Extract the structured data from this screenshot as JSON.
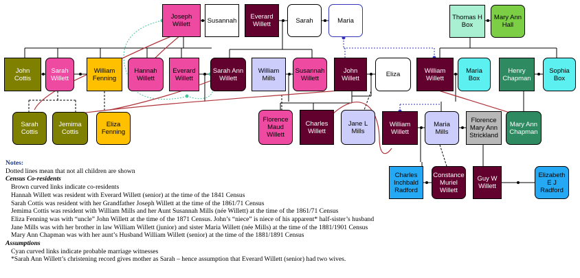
{
  "colors": {
    "magenta": "#ef4aa2",
    "maroon": "#62002e",
    "white": "#ffffff",
    "lavender": "#cdcdfb",
    "olive": "#7f7f00",
    "yellow": "#ffc000",
    "cyan": "#5cf0f0",
    "teal_green": "#2e8a61",
    "blue": "#25a9f5",
    "mint": "#a9f0d3",
    "lime": "#7ccf45",
    "gray": "#b8b8b8",
    "cyan_link": "#45c4a0",
    "brown_link": "#b0333a",
    "blue_dot": "#3333bb"
  },
  "people": {
    "joseph": "Joseph\nWillett",
    "susannah": "Susannah",
    "everard_sr": "Everard\nWillett",
    "sarah_top": "Sarah",
    "maria_top": "Maria",
    "thomas_box": "Thomas H\nBox",
    "mary_ann_hall": "Mary Ann\nHall",
    "john_cottis": "John\nCottis",
    "sarah_willett": "Sarah\nWillett",
    "william_fenning": "William\nFenning",
    "hannah_willett": "Hannah\nWillett",
    "everard_jr": "Everard\nWillett",
    "sarah_ann": "Sarah Ann\nWillett",
    "william_mills": "William\nMills",
    "susannah_mills": "Susannah\nWillett",
    "john_willett": "John\nWillett",
    "eliza": "Eliza",
    "william_willett": "William\nWillett",
    "maria_box": "Maria\nBox",
    "henry_chapman": "Henry\nChapman",
    "sophia_box": "Sophia\nBox",
    "sarah_cottis": "Sarah\nCottis",
    "jemima_cottis": "Jemima\nCottis",
    "eliza_fenning": "Eliza\nFenning",
    "florence_maud": "Florence\nMaud\nWillett",
    "charles_willett": "Charles\nWillett",
    "jane_mills": "Jane L\nMills",
    "william_willett_jr": "William\nWillett",
    "maria_mills": "Maria\nMills",
    "florence_strickland": "Florence\nMary Ann\nStrickland",
    "mary_ann_chapman": "Mary Ann\nChapman",
    "charles_radford": "Charles\nInchbald\nRadford",
    "constance": "Constance\nMuriel\nWillett",
    "guy_willett": "Guy W\nWillett",
    "elizabeth_radford": "Elizabeth\nE J\nRadford"
  },
  "notes": {
    "heading": "Notes:",
    "dotted": "Dotted lines mean that not all children are shown",
    "census_heading": "Census Co-residents",
    "lines": [
      "Brown curved links indicate co-residents",
      "Hannah Willett was resident with Everard Willett (senior) at the time of the 1841 Census",
      "Sarah Cottis was resident with her Grandfather Joseph Willett at the time of the 1861/71 Census",
      "Jemima Cottis was resident with William Mills and her Aunt Susannah Mills (née Willett) at the time of the 1861/71 Census",
      "Eliza Fenning was with “uncle” John Willett at the time of the 1871 Census.  John’s “niece” is niece of his apparent* half-sister’s husband",
      "Jane Mills was with her brother in law William Willett (junior) and sister Maria Willett (née Mills) at the time of the 1881/1901 Census",
      "Mary Ann Chapman was with her aunt’s Husband William Willett (senior) at the time of the 1881/1891 Census"
    ],
    "assumptions_heading": "Assumptions",
    "assumption_lines": [
      "Cyan curved links indicate probable marriage witnesses",
      "*Sarah Ann Willett’s christening record gives mother as Sarah – hence assumption that Everard Willett (senior) had two wives."
    ]
  }
}
